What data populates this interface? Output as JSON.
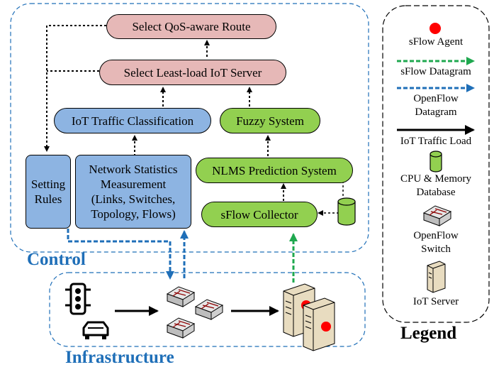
{
  "colors": {
    "pink_box": "#e6b8b7",
    "blue_box": "#8db4e2",
    "green_box": "#92d050",
    "sflow_agent_red": "#ff0000",
    "sflow_datagram_green": "#1fa84f",
    "openflow_datagram_blue": "#1f6fb8",
    "section_title_blue": "#1f6fb8"
  },
  "control": {
    "title": "Control",
    "select_qos_route": "Select QoS-aware Route",
    "select_least_load_server": "Select Least-load IoT Server",
    "iot_traffic_classification": "IoT Traffic Classification",
    "fuzzy_system": "Fuzzy System",
    "setting_rules": [
      "Setting",
      "Rules"
    ],
    "network_statistics": [
      "Network Statistics",
      "Measurement",
      "(Links, Switches,",
      "Topology, Flows)"
    ],
    "nlms_prediction": "NLMS Prediction System",
    "sflow_collector": "sFlow Collector"
  },
  "infrastructure": {
    "title": "Infrastructure",
    "icons": [
      "traffic-light-icon",
      "car-icon",
      "openflow-switch-icon",
      "iot-server-icon"
    ]
  },
  "legend": {
    "title": "Legend",
    "items": [
      {
        "icon": "sflow-agent-icon",
        "label": [
          "sFlow Agent"
        ]
      },
      {
        "icon": "sflow-datagram-arrow-icon",
        "label": [
          "sFlow Datagram"
        ]
      },
      {
        "icon": "openflow-datagram-arrow-icon",
        "label": [
          "OpenFlow",
          "Datagram"
        ]
      },
      {
        "icon": "iot-traffic-load-arrow-icon",
        "label": [
          "IoT Traffic Load"
        ]
      },
      {
        "icon": "cpu-memory-database-icon",
        "label": [
          "CPU & Memory",
          "Database"
        ]
      },
      {
        "icon": "openflow-switch-icon",
        "label": [
          "OpenFlow",
          "Switch"
        ]
      },
      {
        "icon": "iot-server-icon",
        "label": [
          "IoT Server"
        ]
      }
    ]
  }
}
